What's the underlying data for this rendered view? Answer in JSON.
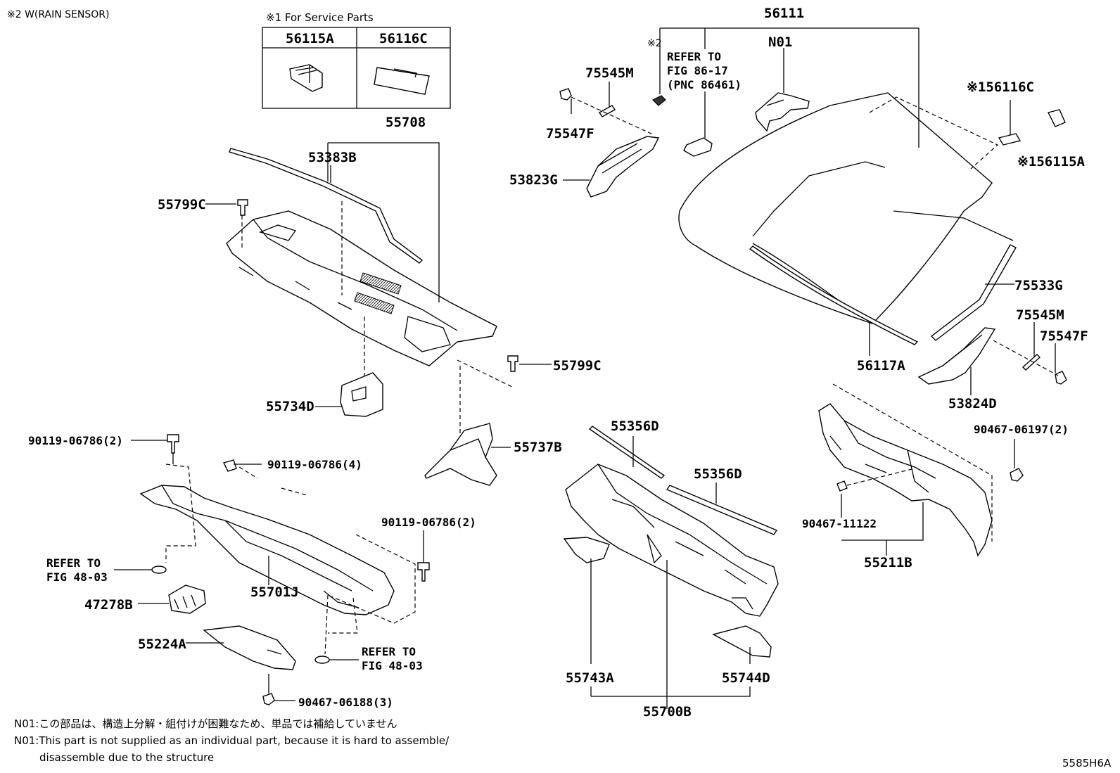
{
  "header": {
    "rain_sensor_note": "※2 W(RAIN SENSOR)",
    "service_title": "※1 For Service Parts",
    "service_col_a": "56115A",
    "service_col_b": "56116C"
  },
  "labels": {
    "p56111": "56111",
    "p_mark2": "※2",
    "refer_86_1": "REFER TO",
    "refer_86_2": "FIG 86-17",
    "refer_86_3": "(PNC 86461)",
    "pN01": "N01",
    "p56116C_r": "※156116C",
    "p56115A_r": "※156115A",
    "p75545M_t": "75545M",
    "p75547F_t": "75547F",
    "p53823G": "53823G",
    "p55708": "55708",
    "p53383B": "53383B",
    "p55799C_t": "55799C",
    "p55799C_b": "55799C",
    "p55734D": "55734D",
    "p55737B": "55737B",
    "p75533G": "75533G",
    "p75545M_r": "75545M",
    "p75547F_r": "75547F",
    "p56117A": "56117A",
    "p53824D": "53824D",
    "p90467_06197": "90467-06197(2)",
    "p90467_11122": "90467-11122",
    "p55211B": "55211B",
    "p55356D_a": "55356D",
    "p55356D_b": "55356D",
    "p90119_a": "90119-06786(2)",
    "p90119_b": "90119-06786(4)",
    "p90119_c": "90119-06786(2)",
    "refer_48a_1": "REFER TO",
    "refer_48a_2": "FIG 48-03",
    "refer_48b_1": "REFER TO",
    "refer_48b_2": "FIG 48-03",
    "p55701J": "55701J",
    "p47278B": "47278B",
    "p55224A": "55224A",
    "p90467_06188": "90467-06188(3)",
    "p55743A": "55743A",
    "p55744D": "55744D",
    "p55700B": "55700B"
  },
  "footer": {
    "note_jp": "N01:この部品は、構造上分解・組付けが困難なため、単品では補給していません",
    "note_en_1": "N01:This part is not supplied as an individual part, because it is hard to assemble/",
    "note_en_2": "disassemble due to the structure",
    "diagram_code": "5585H6A"
  }
}
